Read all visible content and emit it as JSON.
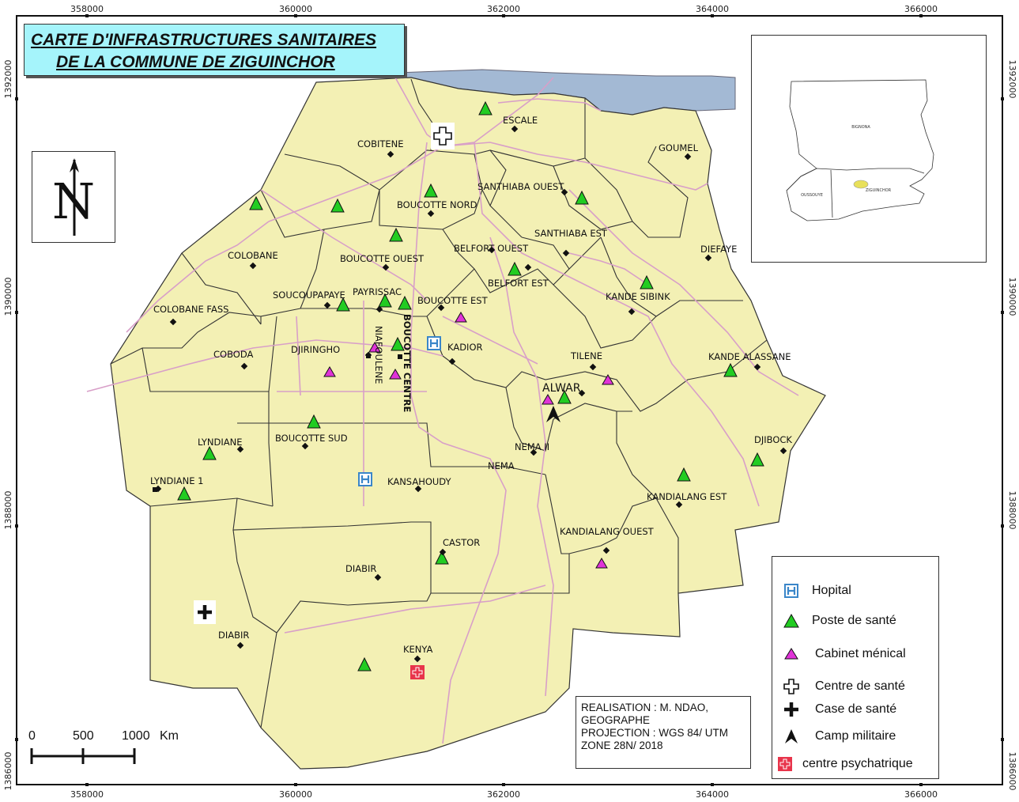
{
  "title": {
    "line1": "CARTE D'INFRASTRUCTURES SANITAIRES",
    "line2": "DE LA COMMUNE DE ZIGUINCHOR"
  },
  "north_arrow": {
    "letter": "N"
  },
  "coords": {
    "x_ticks": [
      "358000",
      "360000",
      "362000",
      "364000",
      "366000"
    ],
    "y_ticks": [
      "1392000",
      "1390000",
      "1388000",
      "1386000"
    ]
  },
  "inset": {
    "labels": [
      "BIGNONA",
      "OUSSOUYE",
      "ZIGUINCHOR"
    ]
  },
  "neighbourhoods": [
    "ESCALE",
    "COBITENE",
    "GOUMEL",
    "SANTHIABA OUEST",
    "BOUCOTTE NORD",
    "SANTHIABA EST",
    "COLOBANE",
    "BOUCOTTE OUEST",
    "BELFORT OUEST",
    "DIEFAYE",
    "BELFORT EST",
    "SOUCOUPAPAYE",
    "PAYRISSAC",
    "BOUCOTTE EST",
    "KANDE SIBINK",
    "COLOBANE FASS",
    "COBODA",
    "DJIRINGHO",
    "KADIOR",
    "TILENE",
    "KANDE ALASSANE",
    "ALWAR",
    "LYNDIANE",
    "BOUCOTTE SUD",
    "NEMA II",
    "DJIBOCK",
    "NEMA",
    "LYNDIANE 1",
    "KANSAHOUDY",
    "KANDIALANG EST",
    "KANDIALANG OUEST",
    "CASTOR",
    "DIABIR",
    "DIABIR",
    "KENYA",
    "NIAFOULENE",
    "BOUCOTTE CENTRE"
  ],
  "legend": [
    {
      "symbol": "hospital-icon",
      "label": "Hopital"
    },
    {
      "symbol": "green-triangle-icon",
      "label": "Poste de santé"
    },
    {
      "symbol": "magenta-triangle-icon",
      "label": "Cabinet ménical"
    },
    {
      "symbol": "outline-cross-icon",
      "label": "Centre de santé"
    },
    {
      "symbol": "black-cross-icon",
      "label": "Case de santé"
    },
    {
      "symbol": "arrowhead-icon",
      "label": "Camp militaire"
    },
    {
      "symbol": "red-cross-icon",
      "label": "centre psychatrique"
    }
  ],
  "credits": {
    "line1": "REALISATION : M. NDAO,",
    "line2": "GEOGRAPHE",
    "line3": "PROJECTION : WGS 84/ UTM",
    "line4": "ZONE 28N/ 2018"
  },
  "scale_bar": {
    "labels": [
      "0",
      "500",
      "1000"
    ],
    "unit": "Km"
  },
  "colors": {
    "land": "#f3f0b4",
    "water": "#a3b9d4",
    "road": "#d89fc8",
    "title_bg": "#a5f4fb",
    "poste": "#22cc22",
    "cabinet": "#e033d8",
    "hospital": "#3a86c9",
    "psych": "#e8344b"
  }
}
